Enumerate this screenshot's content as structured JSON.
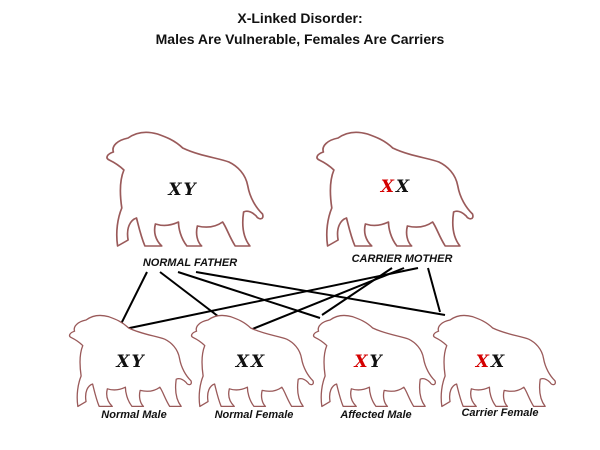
{
  "title_line1": "X-Linked Disorder:",
  "title_line2": "Males Are Vulnerable, Females Are Carriers",
  "colors": {
    "normal_x": "#111111",
    "affected_x": "#d40000",
    "y": "#111111",
    "outline": "#9a5a5a"
  },
  "parents": [
    {
      "id": "father",
      "caption": "NORMAL FATHER",
      "genotype": [
        {
          "letter": "X",
          "affected": false
        },
        {
          "letter": "Y",
          "affected": false
        }
      ]
    },
    {
      "id": "mother",
      "caption": "CARRIER MOTHER",
      "genotype": [
        {
          "letter": "X",
          "affected": true
        },
        {
          "letter": "X",
          "affected": false
        }
      ]
    }
  ],
  "offspring": [
    {
      "id": "normal-male",
      "caption": "Normal Male",
      "genotype": [
        {
          "letter": "X",
          "affected": false
        },
        {
          "letter": "Y",
          "affected": false
        }
      ]
    },
    {
      "id": "normal-female",
      "caption": "Normal Female",
      "genotype": [
        {
          "letter": "X",
          "affected": false
        },
        {
          "letter": "X",
          "affected": false
        }
      ]
    },
    {
      "id": "affected-male",
      "caption": "Affected Male",
      "genotype": [
        {
          "letter": "X",
          "affected": true
        },
        {
          "letter": "Y",
          "affected": false
        }
      ]
    },
    {
      "id": "carrier-female",
      "caption": "Carrier Female",
      "genotype": [
        {
          "letter": "X",
          "affected": true
        },
        {
          "letter": "X",
          "affected": false
        }
      ]
    }
  ],
  "connections": [
    {
      "from": "father",
      "to": "normal-male"
    },
    {
      "from": "father",
      "to": "normal-female"
    },
    {
      "from": "father",
      "to": "affected-male"
    },
    {
      "from": "father",
      "to": "carrier-female"
    },
    {
      "from": "mother",
      "to": "normal-male"
    },
    {
      "from": "mother",
      "to": "normal-female"
    },
    {
      "from": "mother",
      "to": "affected-male"
    },
    {
      "from": "mother",
      "to": "carrier-female"
    }
  ]
}
